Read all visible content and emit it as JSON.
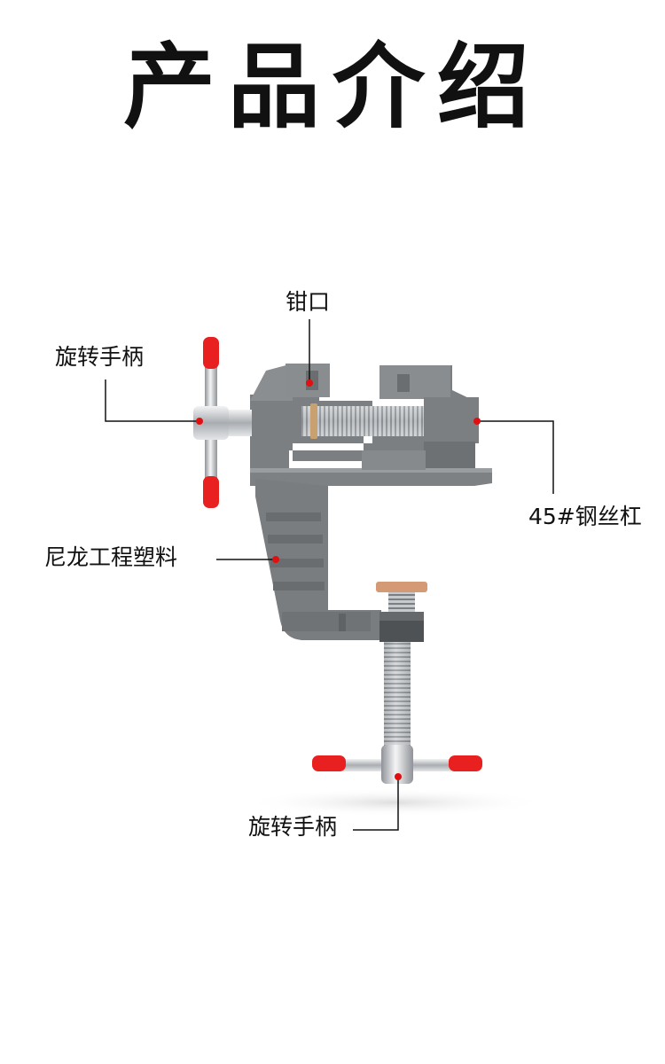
{
  "title": "产品介绍",
  "callouts": {
    "jaw": "钳口",
    "top_handle": "旋转手柄",
    "screw": "45#钢丝杠",
    "body": "尼龙工程塑料",
    "bottom_handle": "旋转手柄"
  },
  "colors": {
    "background": "#ffffff",
    "text": "#111111",
    "vise_body": "#7c7f82",
    "marker": "#e01010",
    "handle_tip": "#e8201f",
    "steel": "#c9ccce",
    "copper": "#d49a76"
  }
}
